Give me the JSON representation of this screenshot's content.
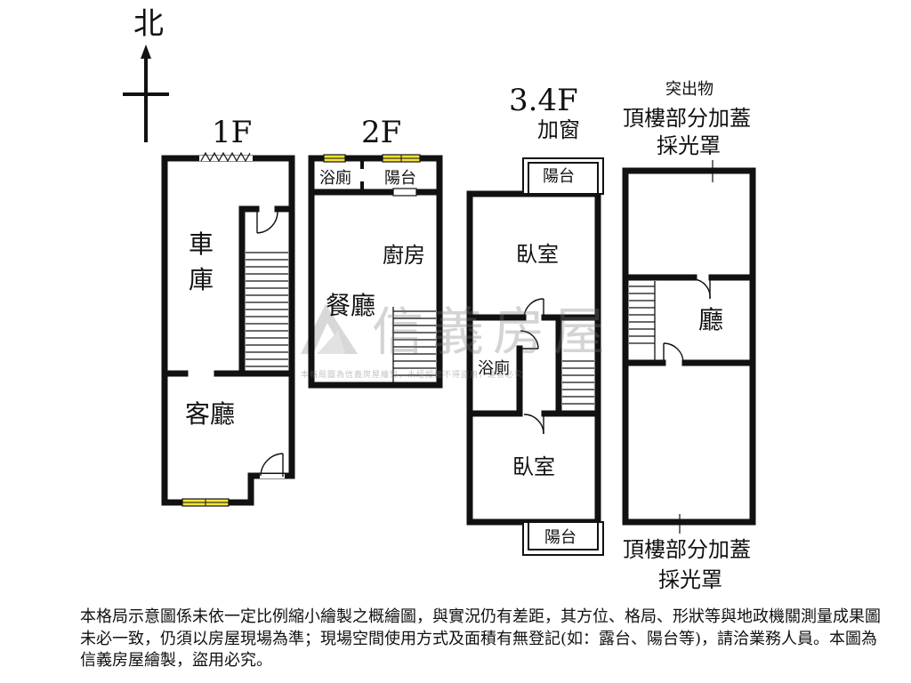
{
  "compass": {
    "north_label": "北"
  },
  "floors": {
    "f1": {
      "title": "1F",
      "rooms": {
        "garage": "車\n庫",
        "living": "客廳"
      }
    },
    "f2": {
      "title": "2F",
      "rooms": {
        "bathroom": "浴廁",
        "balcony": "陽台",
        "kitchen": "廚房",
        "dining": "餐廳"
      }
    },
    "f34": {
      "title": "3.4F",
      "addition": "加窗",
      "rooms": {
        "balcony_top": "陽台",
        "bedroom_top": "臥室",
        "bathroom": "浴廁",
        "bedroom_bottom": "臥室",
        "balcony_bottom": "陽台"
      }
    },
    "roof": {
      "protrusion": "突出物",
      "note_top_line1": "頂樓部分加蓋",
      "note_top_line2": "採光罩",
      "hall": "廳",
      "note_bottom_line1": "頂樓部分加蓋",
      "note_bottom_line2": "採光罩"
    }
  },
  "watermark": {
    "brand": "信義房屋",
    "sub": "本格局圖為信義房屋繪製，未經授權不得盜用，違者必究"
  },
  "disclaimer": "本格局示意圖係未依一定比例縮小繪製之概繪圖，與實況仍有差距，其方位、格局、形狀等與地政機關測量成果圖未必一致，仍須以房屋現場為準；現場空間使用方式及面積有無登記(如：露台、陽台等)，請洽業務人員。本圖為信義房屋繪製，盜用必究。",
  "colors": {
    "wall": "#111111",
    "window": "#f2e33a",
    "watermark": "#8a8a8a"
  }
}
